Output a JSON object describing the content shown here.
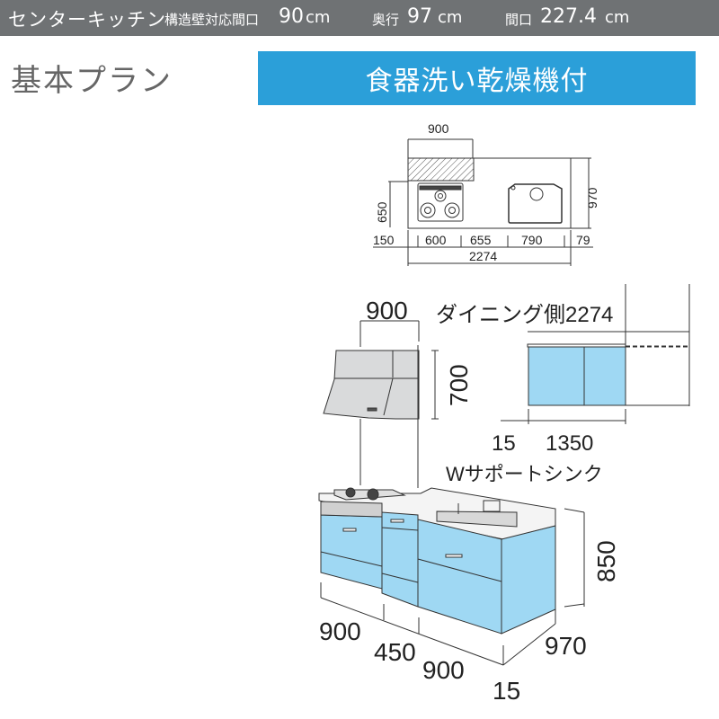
{
  "header": {
    "title": "センターキッチン",
    "width_label": "構造壁対応間口",
    "width_value": "90",
    "width_unit": "cm",
    "depth_label": "奥行",
    "depth_value": "97",
    "depth_unit": "cm",
    "frontage_label": "間口",
    "frontage_value": "227.4",
    "frontage_unit": "cm"
  },
  "plan_title": "基本プラン",
  "feature_banner": "食器洗い乾燥機付",
  "colors": {
    "header_bg": "#6f7274",
    "banner_bg": "#2b9fd9",
    "cabinet_blue": "#9fd8f3",
    "line": "#333333"
  },
  "top_view": {
    "hood_width": "900",
    "depth_total": "970",
    "hob_depth": "650",
    "segments": [
      "150",
      "600",
      "655",
      "790",
      "79"
    ],
    "total_width": "2274"
  },
  "side_view": {
    "hood_width": "900",
    "hood_height": "700",
    "dining_label": "ダイニング側2274",
    "dining_offset": "15",
    "dining_width": "1350",
    "sink_label": "Wサポートシンク"
  },
  "front_view": {
    "height": "850",
    "seg_left": "900",
    "seg_mid": "450",
    "seg_right": "900",
    "depth": "970",
    "end_offset": "15"
  }
}
